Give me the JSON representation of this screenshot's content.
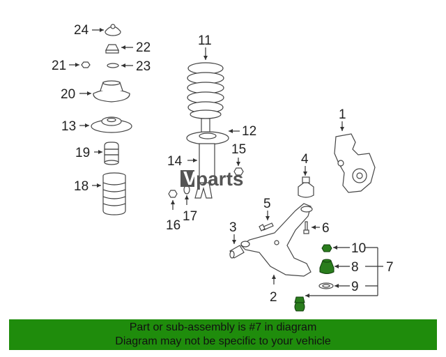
{
  "watermark": {
    "mark": "V",
    "text": "parts"
  },
  "callouts": [
    "24",
    "22",
    "21",
    "23",
    "20",
    "13",
    "19",
    "18",
    "11",
    "12",
    "14",
    "15",
    "1",
    "4",
    "17",
    "16",
    "5",
    "6",
    "3",
    "10",
    "8",
    "7",
    "9",
    "2"
  ],
  "footer": {
    "line1": "Part or sub-assembly is #7 in diagram",
    "line2": "Diagram may not be specific to your vehicle"
  },
  "colors": {
    "footer_bg": "#1f8c0c",
    "highlight_part": "#2a7d1d"
  }
}
